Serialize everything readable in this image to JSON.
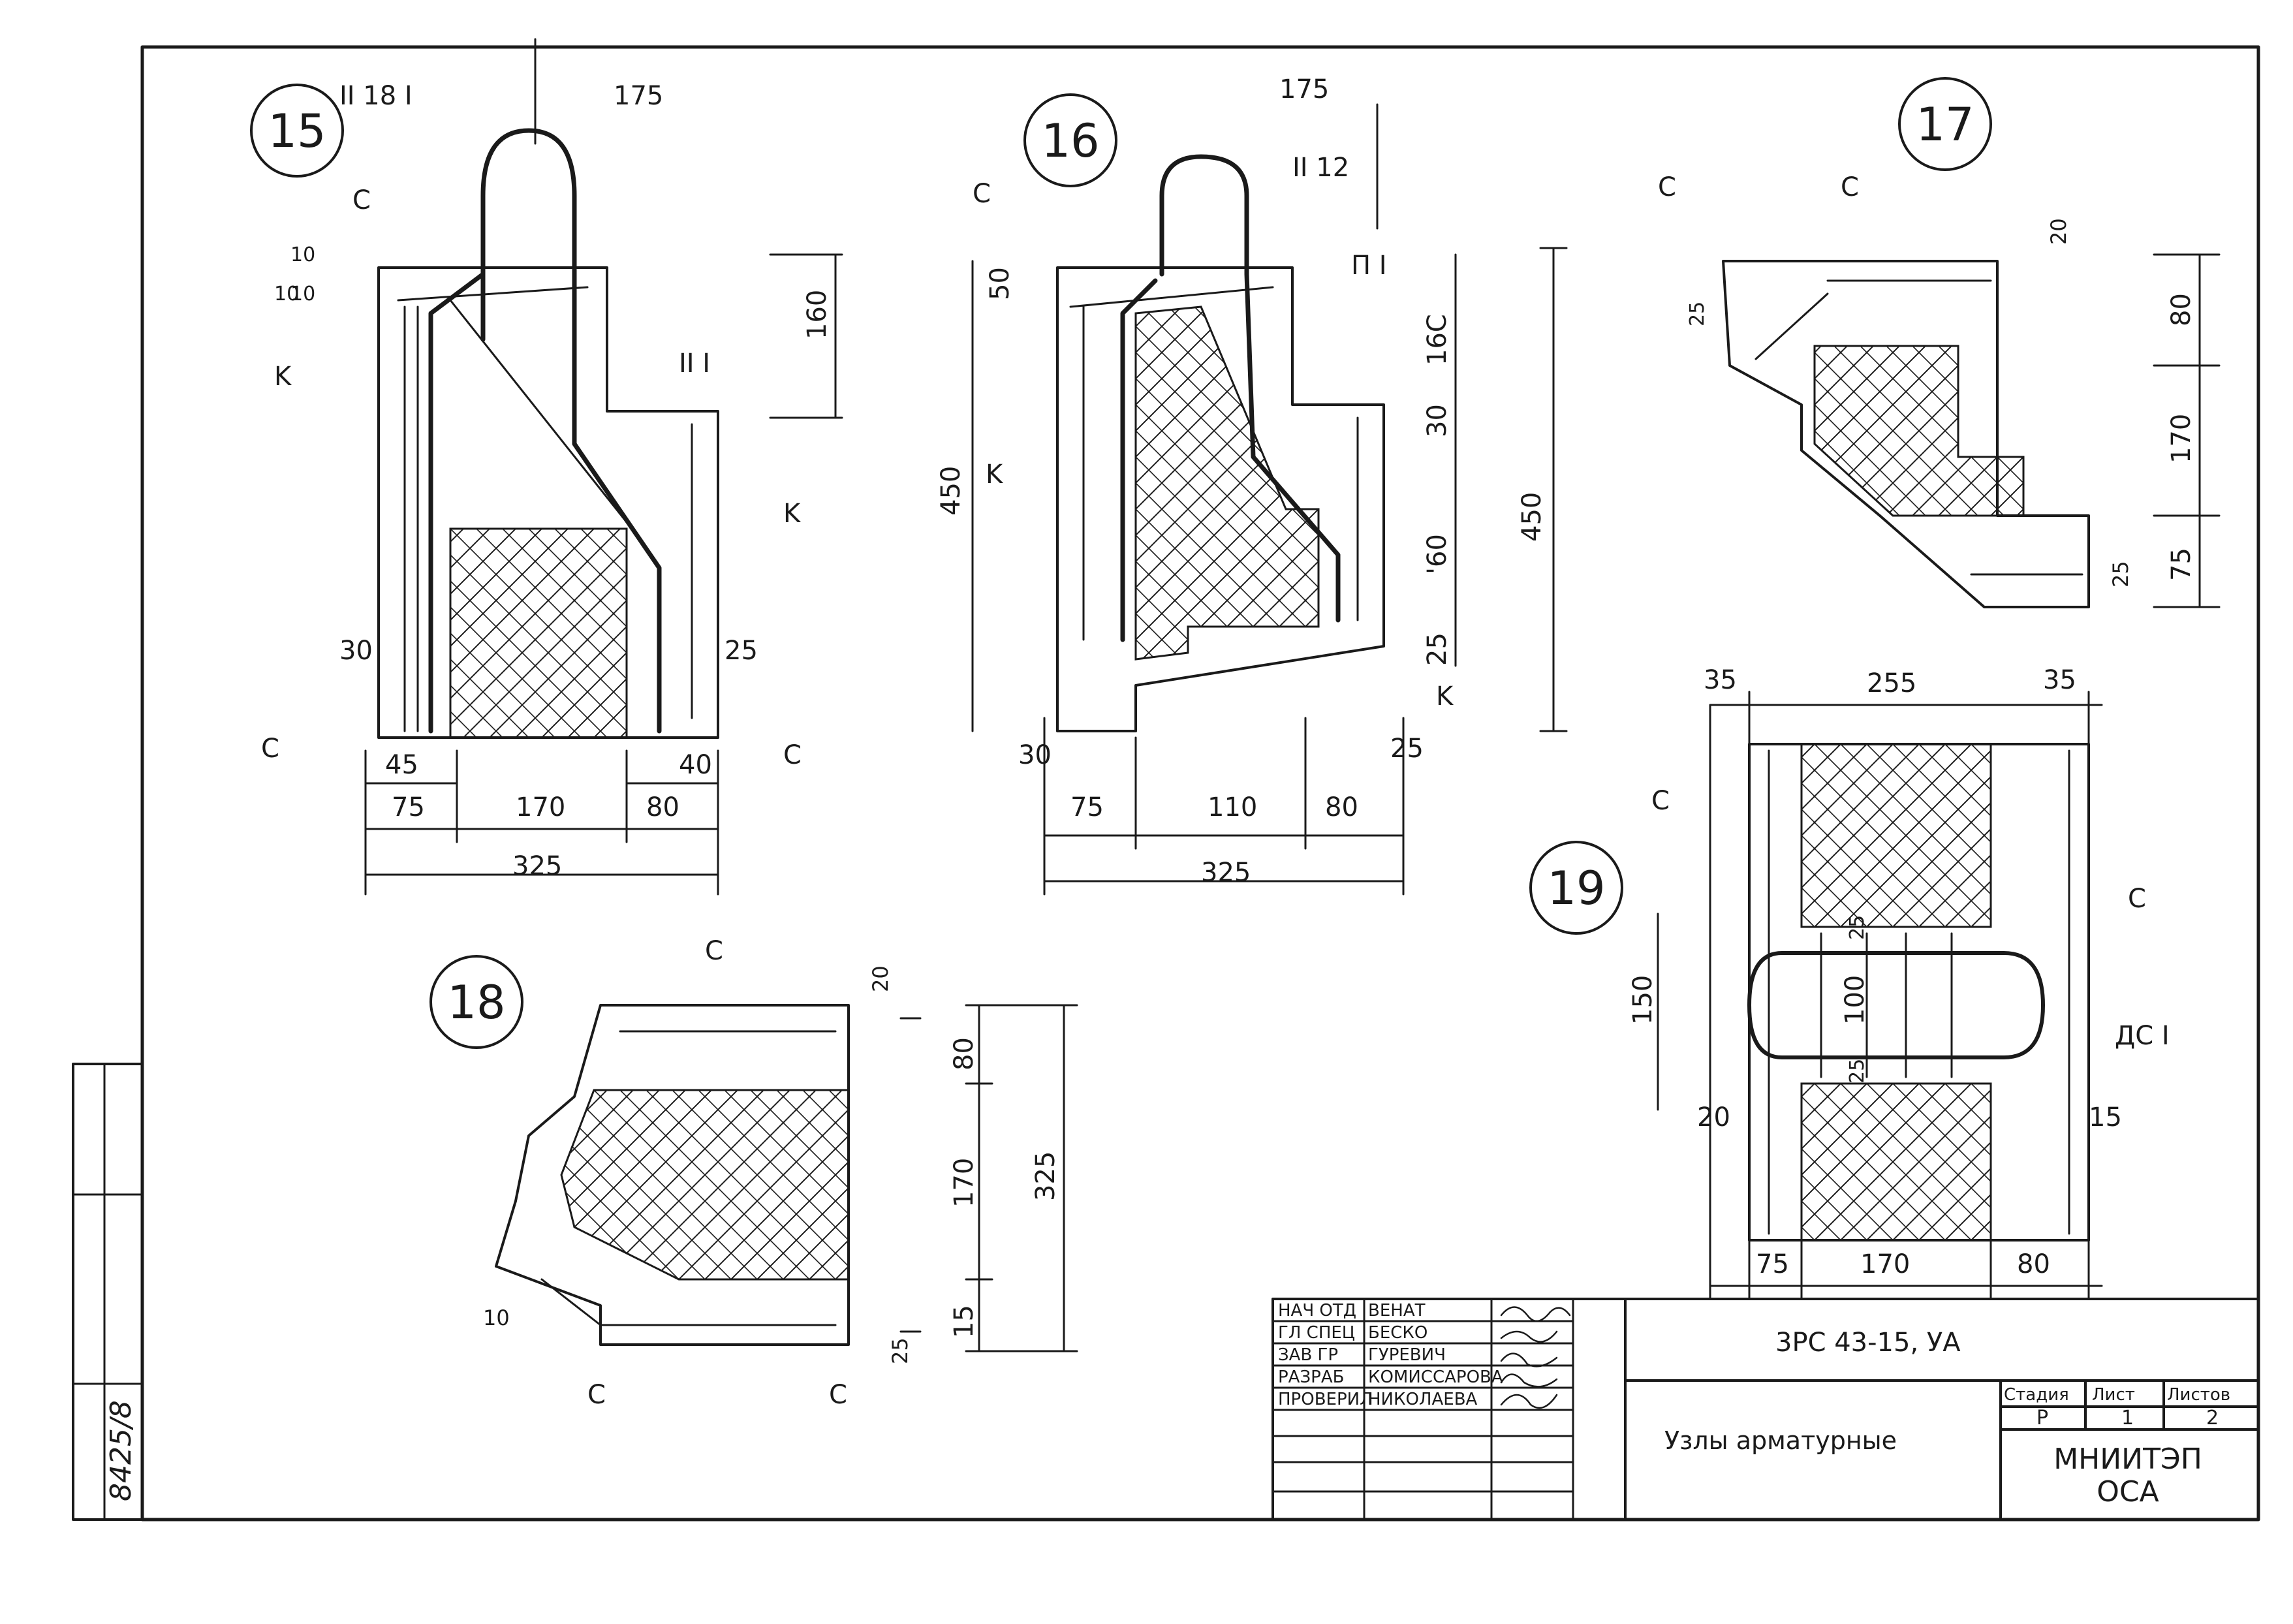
{
  "details": {
    "d15": {
      "number": "15",
      "labels": {
        "bar1": "II 18 I",
        "top": "175",
        "mesh_c": "C",
        "s10a": "10",
        "s10b": "10",
        "s10c": "10",
        "k_left": "K",
        "bar2": "II I",
        "dim160": "160",
        "k_right": "K",
        "d30": "30",
        "d25": "25",
        "c_left": "C",
        "c_right": "C",
        "d45": "45",
        "d40": "40",
        "d75": "75",
        "d170": "170",
        "d80": "80",
        "d325": "325"
      }
    },
    "d16": {
      "number": "16",
      "labels": {
        "top": "175",
        "mesh_c": "C",
        "bar1": "II 12",
        "p1": "П I",
        "d50": "50",
        "d450": "450",
        "k_left": "K",
        "d160": "16C",
        "d30": "30",
        "d60": "'60",
        "d25a": "25",
        "k_right": "K",
        "d30b": "30",
        "d25b": "25",
        "d75": "75",
        "d110": "110",
        "d80": "80",
        "d325": "325"
      }
    },
    "d17": {
      "number": "17",
      "labels": {
        "c_left": "C",
        "c_top": "C",
        "d20": "20",
        "d80": "80",
        "d450": "450",
        "d170": "170",
        "d75": "75",
        "d25": "25",
        "side": "25"
      }
    },
    "d18": {
      "number": "18",
      "labels": {
        "c_top": "C",
        "d20": "20",
        "d80": "80",
        "d170": "170",
        "d325": "325",
        "d15": "15",
        "d25": "25",
        "d10": "10",
        "c_left": "C",
        "c_right": "C"
      }
    },
    "d19": {
      "number": "19",
      "labels": {
        "d35a": "35",
        "d255": "255",
        "d35b": "35",
        "c_left": "C",
        "c_right": "C",
        "d150": "150",
        "d25a": "25",
        "d100": "100",
        "d25b": "25",
        "dc1": "ДС I",
        "d20": "20",
        "d15": "15",
        "d75": "75",
        "d170": "170",
        "d80": "80"
      }
    }
  },
  "stamp": {
    "doc_number": "8425/8"
  },
  "title_block": {
    "roles": [
      "НАЧ ОТД",
      "ГЛ СПЕЦ",
      "ЗАВ ГР",
      "РАЗРАБ",
      "ПРОВЕРИЛ"
    ],
    "names": [
      "ВЕНАТ",
      "БЕСКО",
      "ГУРЕВИЧ",
      "КОМИССАРОВА",
      "НИКОЛАЕВА"
    ],
    "code": "3РС 43-15, УА",
    "title": "Узлы арматурные",
    "stage_label": "Стадия",
    "stage": "Р",
    "sheet_label": "Лист",
    "sheet": "1",
    "sheets_label": "Листов",
    "sheets": "2",
    "org_line1": "МНИИТЭП",
    "org_line2": "ОСА"
  },
  "colors": {
    "ink": "#1a1a1a",
    "paper": "#ffffff"
  }
}
